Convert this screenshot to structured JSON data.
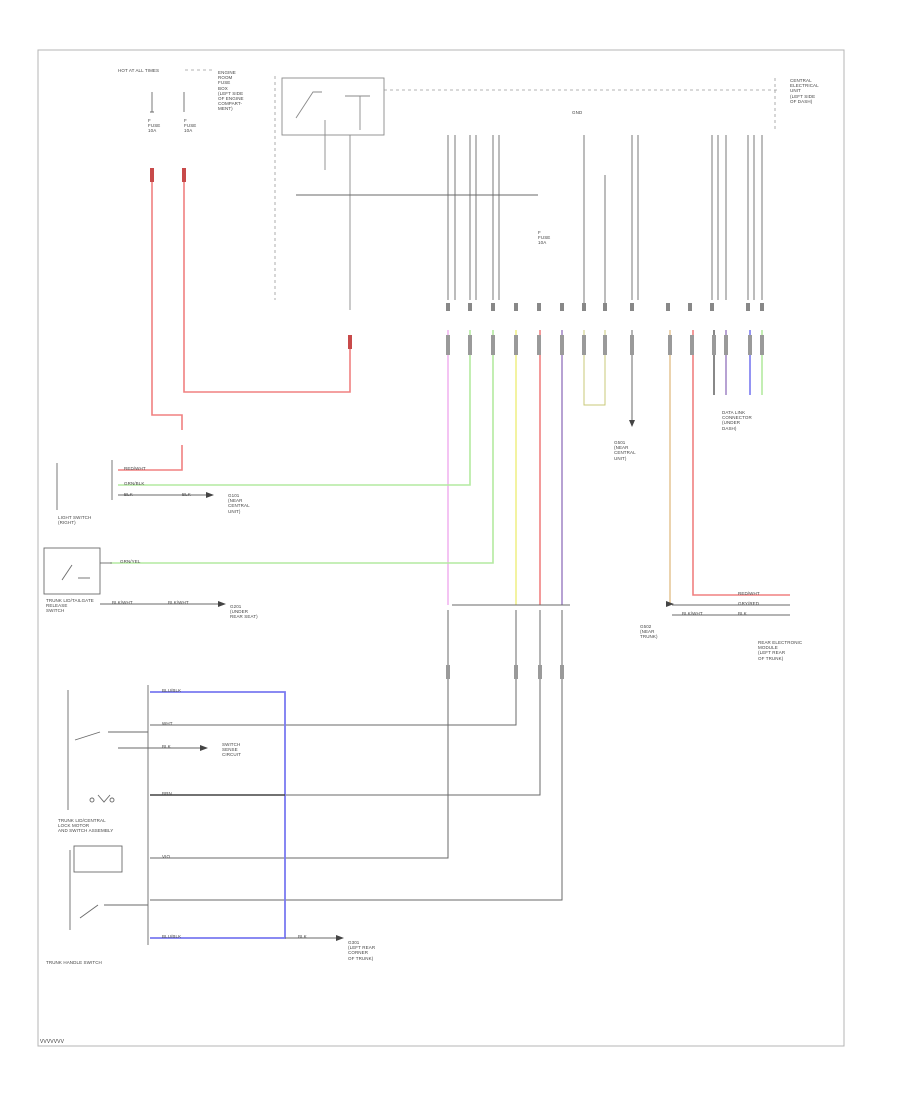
{
  "diagram": {
    "footer_code": "VVVVVVV",
    "colors": {
      "frame": "#b4b4b4",
      "wire": "#5a5a5a",
      "red": "#f08080",
      "pink": "#f2b6f0",
      "green": "#b4eaa0",
      "yellow": "#f0f08a",
      "violet": "#a58ac8",
      "blue": "#7a7af0",
      "tan": "#e6c89a",
      "dark": "#444444"
    },
    "labels": {
      "hot_all_times": "HOT AT ALL TIMES",
      "fuse_left": "F\nFUSE\n10A",
      "fuse_right": "F\nFUSE\n10A",
      "engine_room_box": "ENGINE\nROOM\nFUSE\nBOX\n(LEFT SIDE\nOF ENGINE\nCOMPART-\nMENT)",
      "central_unit": "CENTRAL\nELECTRICAL\nUNIT\n(LEFT SIDE\nOF DASH)",
      "gnd_top": "GND",
      "fuse_mid": "F\nFUSE\n10A",
      "light_switch_cap": "LIGHT SWITCH\n(RIGHT)",
      "ground_a": "G101\n(NEAR\nCENTRAL\nUNIT)",
      "trunk_lid_switch_cap": "TRUNK LID/TAILGATE\nRELEASE\nSWITCH",
      "ground_b": "G201\n(UNDER\nREAR SEAT)",
      "switch_sense": "SWITCH\nSENSE\nCIRCUIT",
      "module_cap": "TRUNK LID/CENTRAL\nLOCK MOTOR\nAND SWITCH ASSEMBLY",
      "trunk_handle_cap": "TRUNK HANDLE SWITCH",
      "ground_c": "G301\n(LEFT REAR\nCORNER\nOF TRUNK)",
      "ground_d": "G501\n(NEAR\nCENTRAL\nUNIT)",
      "ground_e": "G502\n(NEAR\nTRUNK)",
      "data_link": "DATA LINK\nCONNECTOR\n(UNDER\nDASH)",
      "rear_module_cap": "REAR ELECTRONIC\nMODULE\n(LEFT REAR\nOF TRUNK)",
      "wire_rd": "RED/WHT",
      "wire_gn": "GRN/BLK",
      "wire_blk1": "BLK",
      "wire_blk2": "BLK",
      "wire_grn": "GRN/YEL",
      "wire_bb": "BLK/WHT",
      "wire_bb2": "BLK/WHT",
      "wire_bu": "BLU/BLK",
      "wire_w": "WHT",
      "wire_b": "BLK",
      "wire_br": "BRN",
      "wire_v": "VIO",
      "wire_bl": "BLU/BLK",
      "wire_rdr": "RED/WHT",
      "wire_gr": "GRY/RED",
      "wire_bkw": "BLK/WHT",
      "wire_bkw2": "BLK",
      "wire_gnd": "BLK"
    }
  }
}
